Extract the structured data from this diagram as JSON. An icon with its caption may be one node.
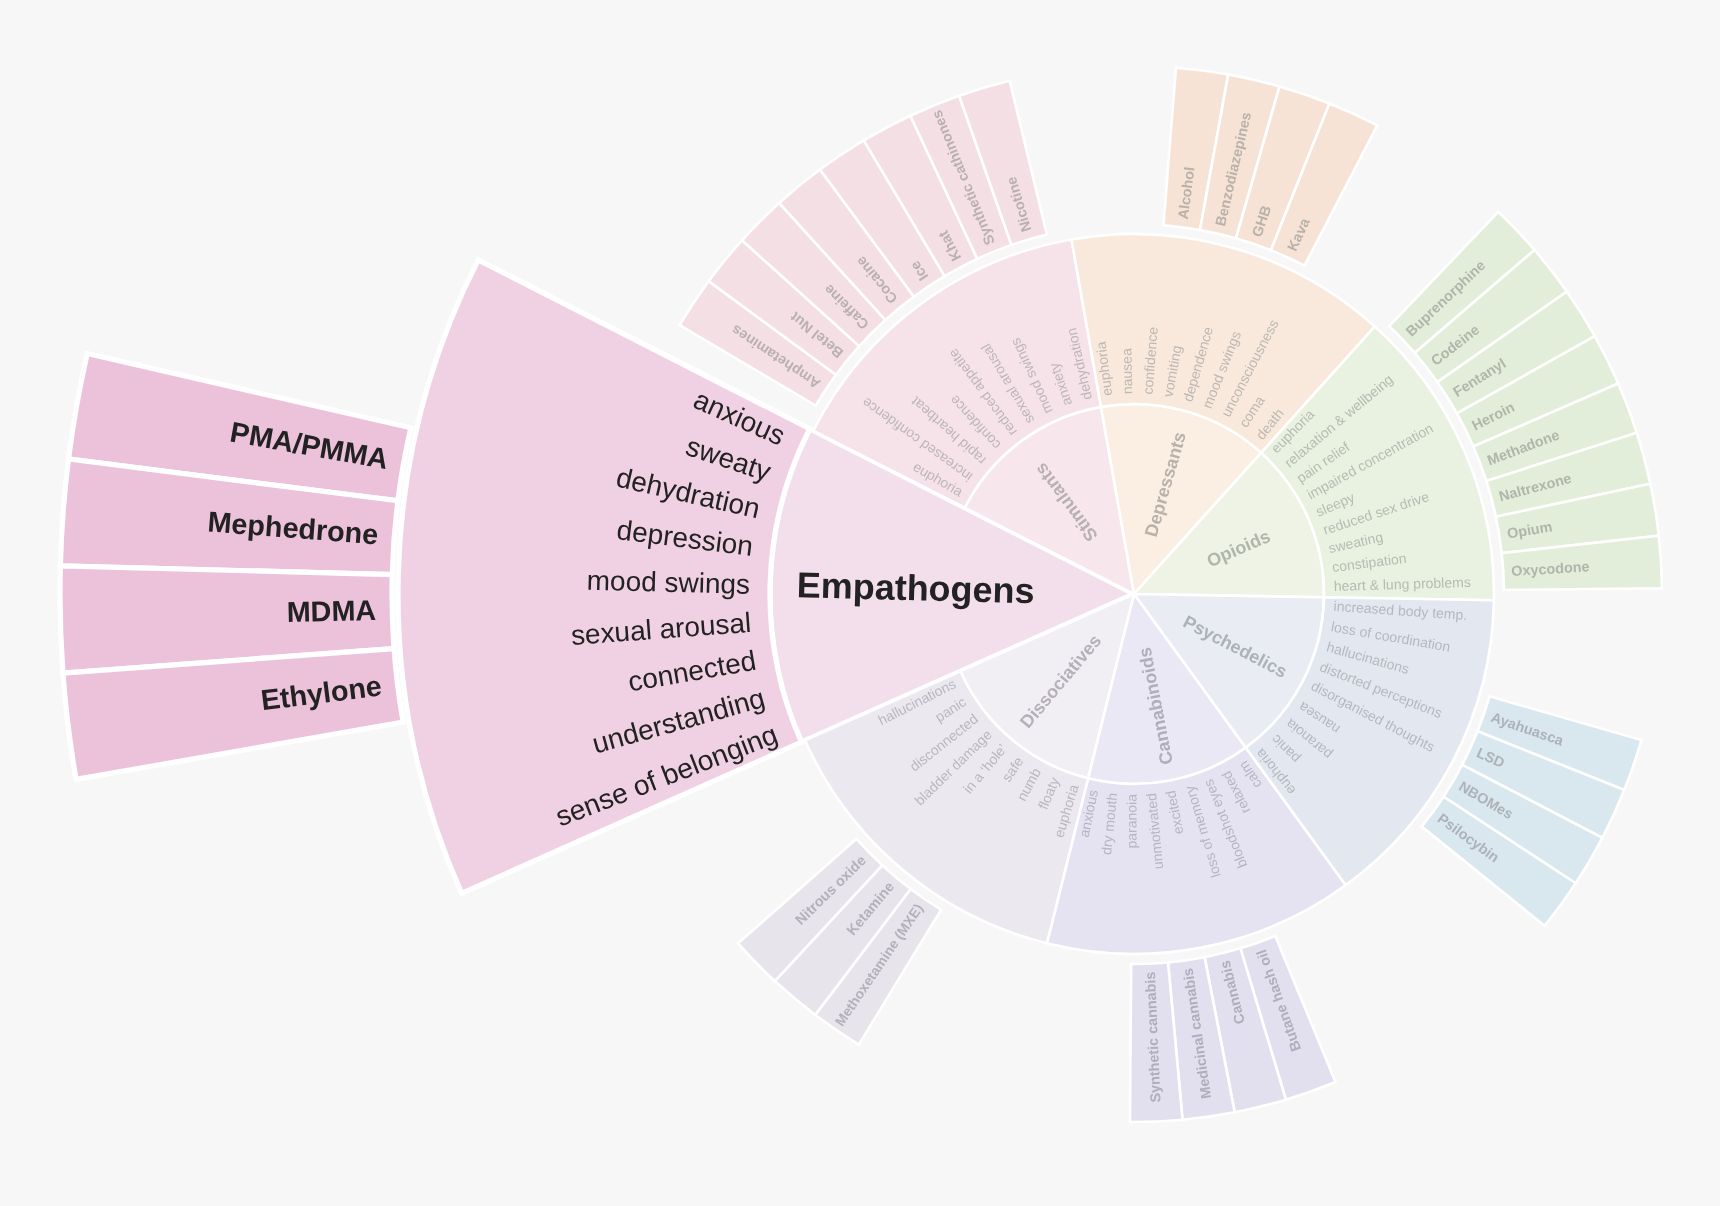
{
  "diagram": {
    "nodes": [
      {
        "text": [
          "Empathogens"
        ]
      },
      {
        "text": [
          "anxious",
          "sweaty",
          "dehydration",
          "depression",
          "mood swings",
          "sexual arousal",
          "connected",
          "understanding",
          "sense of belonging"
        ]
      },
      {
        "text": [
          "PMA/PMMA"
        ]
      },
      {
        "text": [
          "Mephedrone"
        ]
      },
      {
        "text": [
          "MDMA"
        ]
      },
      {
        "text": [
          "Ethylone"
        ]
      },
      {
        "text": [
          "Stimulants"
        ]
      },
      {
        "text": [
          "euphoria",
          "increased confidence",
          "rapid heartbeat",
          "confidence",
          "reduced appetite",
          "sexual arousal",
          "mood swings",
          "anxiety",
          "dehydration"
        ]
      },
      {
        "text": [
          "Amphetamines"
        ]
      },
      {
        "text": [
          "Betel Nut"
        ]
      },
      {
        "text": [
          "Caffeine"
        ]
      },
      {
        "text": [
          "Cocaine"
        ]
      },
      {
        "text": [
          "Ice"
        ]
      },
      {
        "text": [
          "Khat"
        ]
      },
      {
        "text": [
          "Synthetic cathinones"
        ]
      },
      {
        "text": [
          "Nicotine"
        ]
      },
      {
        "text": [
          "Depressants"
        ]
      },
      {
        "text": [
          "euphoria",
          "nausea",
          "confidence",
          "vomiting",
          "dependence",
          "mood swings",
          "unconsciousness",
          "coma",
          "death"
        ]
      },
      {
        "text": [
          "Alcohol"
        ]
      },
      {
        "text": [
          "Benzodiazepines"
        ]
      },
      {
        "text": [
          "GHB"
        ]
      },
      {
        "text": [
          "Kava"
        ]
      },
      {
        "text": [
          "Opioids"
        ]
      },
      {
        "text": [
          "euphoria",
          "relaxation & wellbeing",
          "pain relief",
          "impaired concentration",
          "sleepy",
          "reduced sex drive",
          "sweating",
          "constipation",
          "heart & lung problems"
        ]
      },
      {
        "text": [
          "Buprenorphine"
        ]
      },
      {
        "text": [
          "Codeine"
        ]
      },
      {
        "text": [
          "Fentanyl"
        ]
      },
      {
        "text": [
          "Heroin"
        ]
      },
      {
        "text": [
          "Methadone"
        ]
      },
      {
        "text": [
          "Naltrexone"
        ]
      },
      {
        "text": [
          "Opium"
        ]
      },
      {
        "text": [
          "Oxycodone"
        ]
      },
      {
        "text": [
          "Psychedelics"
        ]
      },
      {
        "text": [
          "increased body temp.",
          "loss of coordination",
          "hallucinations",
          "distorted perceptions",
          "disorganised thoughts",
          "nausea",
          "paranoia",
          "panic",
          "euphoria"
        ]
      },
      {
        "text": [
          "Ayahuasca"
        ]
      },
      {
        "text": [
          "LSD"
        ]
      },
      {
        "text": [
          "NBOMes"
        ]
      },
      {
        "text": [
          "Psilocybin"
        ]
      },
      {
        "text": [
          "Cannabinoids"
        ]
      },
      {
        "text": [
          "calm",
          "relaxed",
          "bloodshot eyes",
          "loss of memory",
          "excited",
          "unmotivated",
          "paranoia",
          "dry mouth",
          "anxious"
        ]
      },
      {
        "text": [
          "Butane hash oil"
        ]
      },
      {
        "text": [
          "Cannabis"
        ]
      },
      {
        "text": [
          "Medicinal cannabis"
        ]
      },
      {
        "text": [
          "Synthetic cannabis"
        ]
      },
      {
        "text": [
          "Dissociatives"
        ]
      },
      {
        "text": [
          "euphoria",
          "floaty",
          "numb",
          "safe",
          "in a ‘hole’",
          "bladder damage",
          "disconnected",
          "panic",
          "hallucinations"
        ]
      },
      {
        "text": [
          "Methoxetamine (MXE)"
        ]
      },
      {
        "text": [
          "Ketamine"
        ]
      },
      {
        "text": [
          "Nitrous oxide"
        ]
      }
    ]
  }
}
